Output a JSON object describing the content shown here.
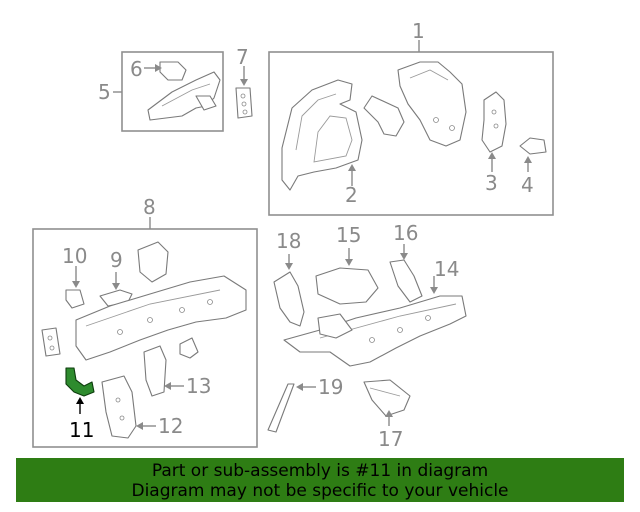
{
  "diagram": {
    "callouts": {
      "c1": "1",
      "c2": "2",
      "c3": "3",
      "c4": "4",
      "c5": "5",
      "c6": "6",
      "c7": "7",
      "c8": "8",
      "c9": "9",
      "c10": "10",
      "c11": "11",
      "c12": "12",
      "c13": "13",
      "c14": "14",
      "c15": "15",
      "c16": "16",
      "c17": "17",
      "c18": "18",
      "c19": "19"
    },
    "highlighted_part": "11",
    "highlight_color": "#2e8b2e"
  },
  "banner": {
    "line1": "Part or sub-assembly is #11 in diagram",
    "line2": "Diagram may not be specific to your vehicle",
    "background": "#2e7d14"
  }
}
